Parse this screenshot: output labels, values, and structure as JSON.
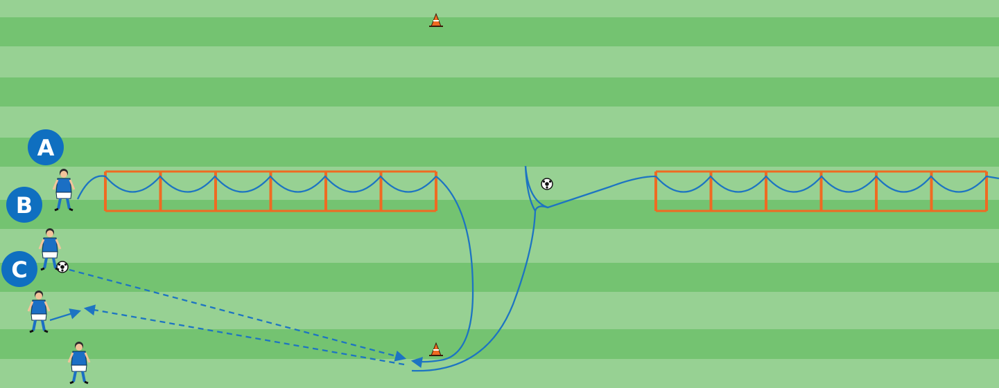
{
  "colors": {
    "stripe_light": "#97d193",
    "stripe_dark": "#74c371",
    "ladder": "#ef6a22",
    "path": "#1d74c2",
    "label_fill": "#0f6fc0",
    "jersey": "#1b6fc4",
    "shorts": "#ffffff",
    "skin": "#f2c49b",
    "hair": "#2b2b2b",
    "cone": "#ef6a22"
  },
  "labels": [
    {
      "id": "A",
      "text": "A"
    },
    {
      "id": "B",
      "text": "B"
    },
    {
      "id": "C",
      "text": "C"
    }
  ],
  "ladders": [
    {
      "name": "ladder-left",
      "rungs": 7
    },
    {
      "name": "ladder-right",
      "rungs": 7
    }
  ],
  "icons": [
    "cone-icon",
    "soccer-ball-icon",
    "player-icon"
  ]
}
